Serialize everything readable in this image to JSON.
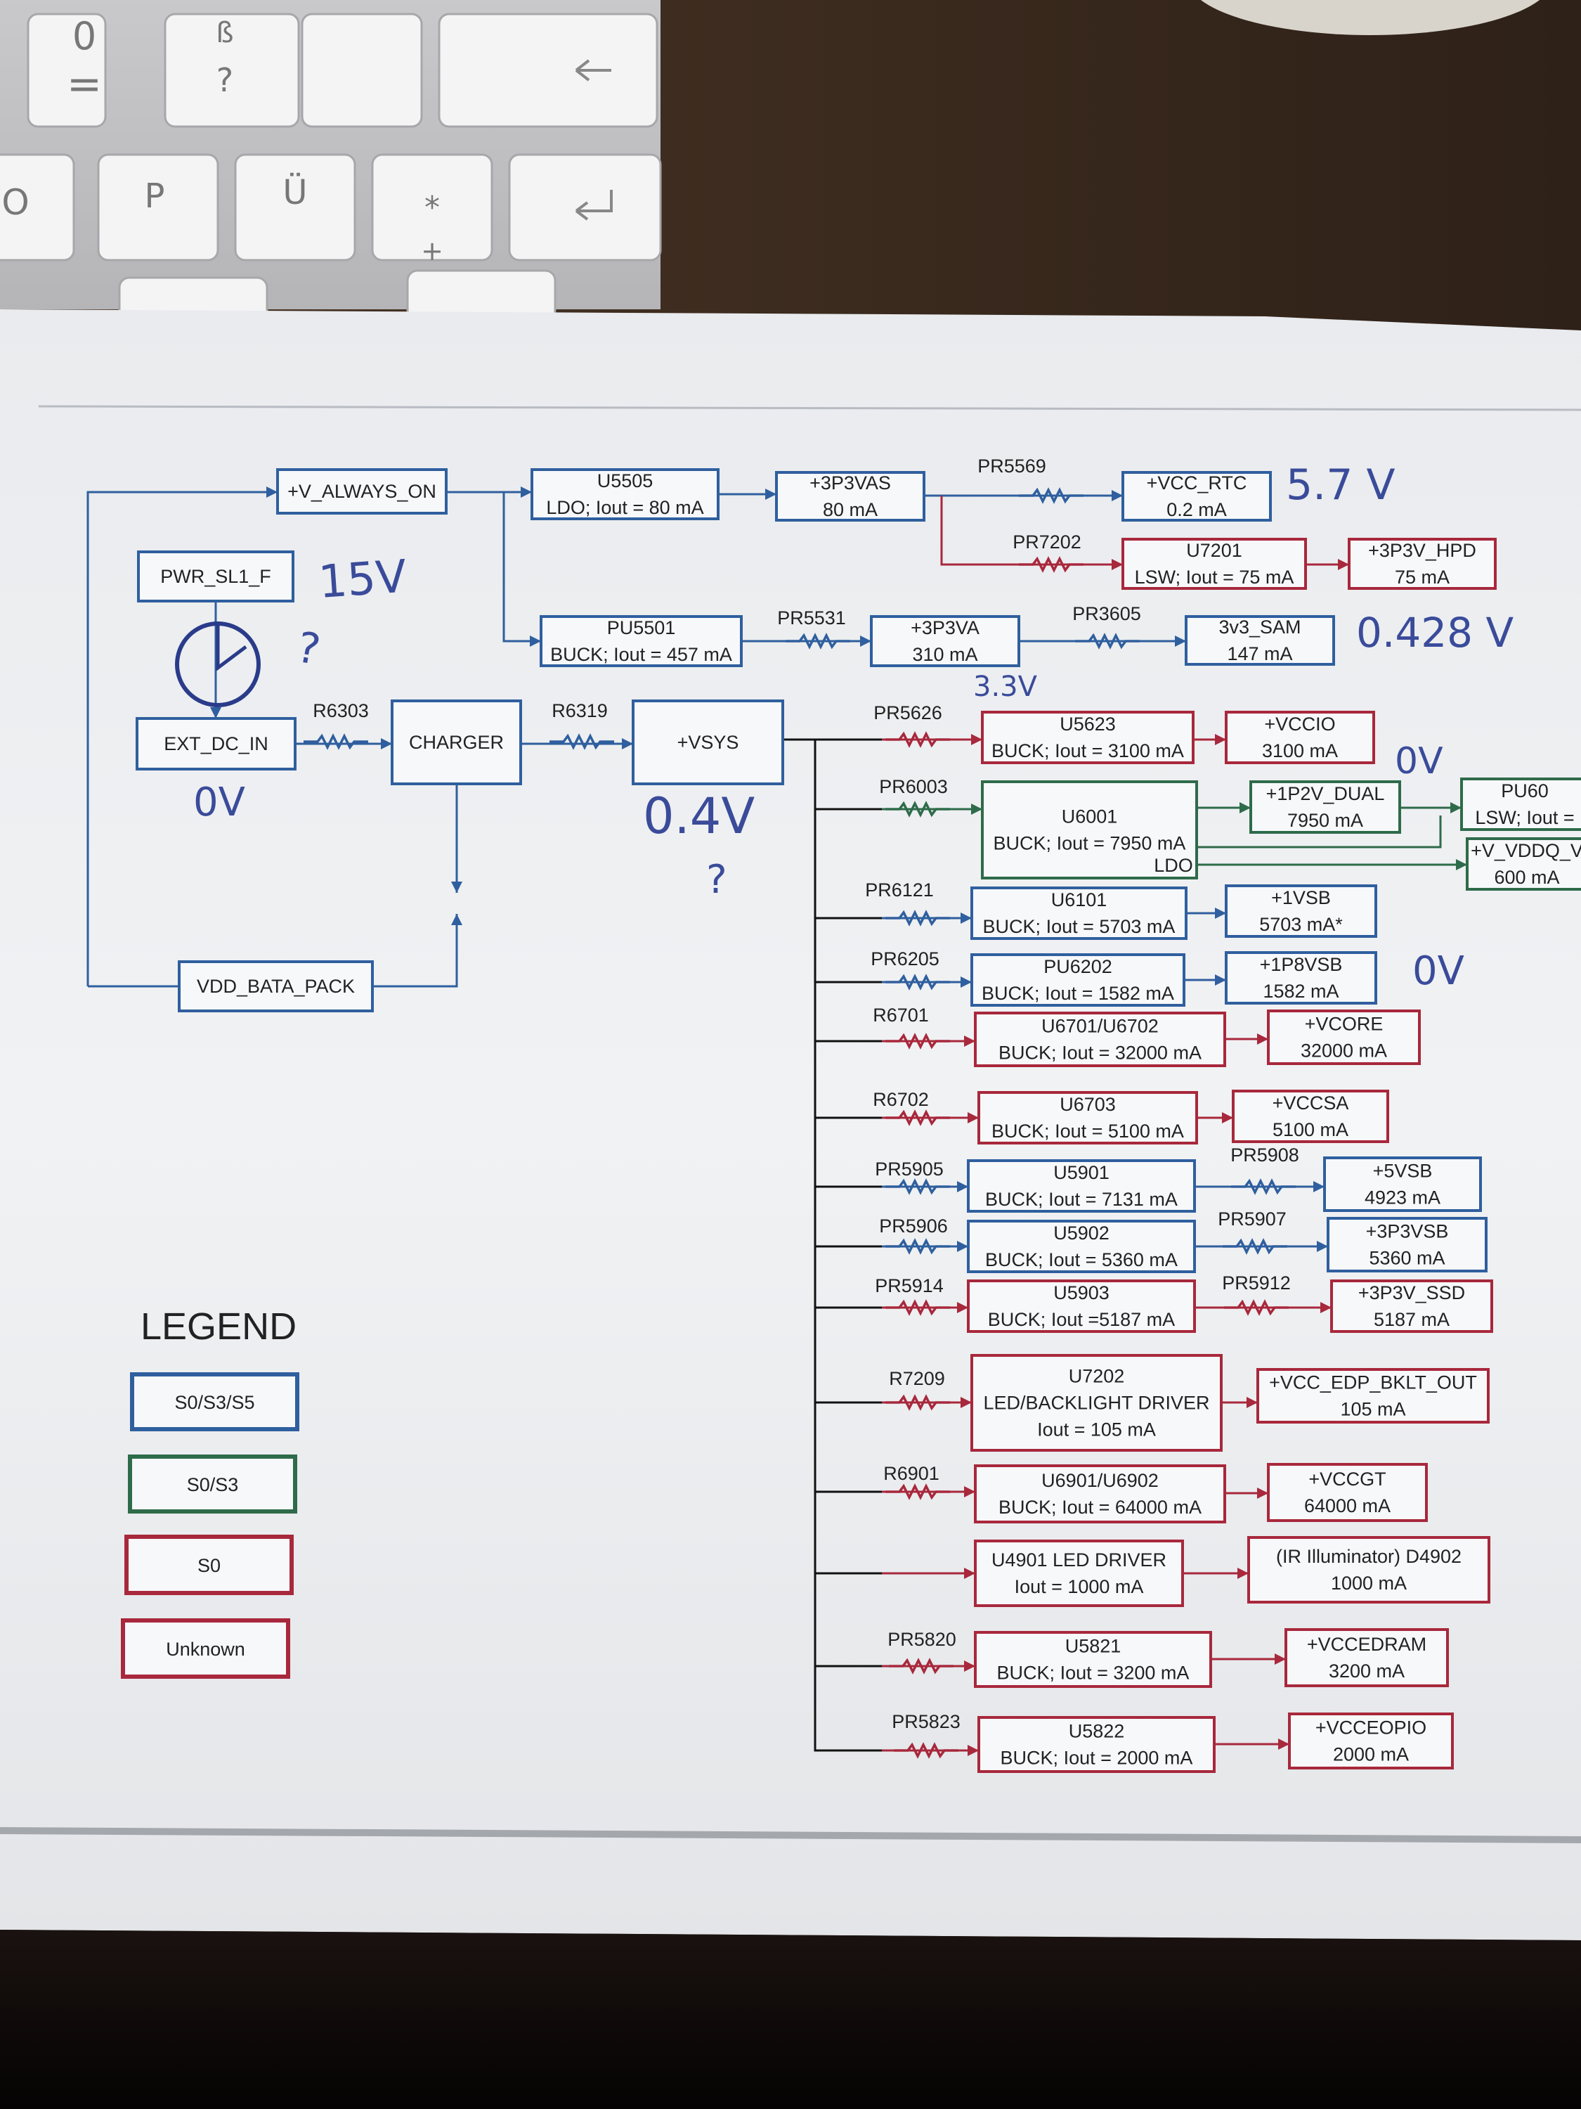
{
  "keyboard": {
    "keys": [
      {
        "label": "=",
        "sub": "0"
      },
      {
        "label": "?",
        "sub": "ß"
      },
      {
        "label": "",
        "sub": ""
      },
      {
        "label": "",
        "sub": ""
      },
      {
        "label": "O",
        "sub": ""
      },
      {
        "label": "P",
        "sub": ""
      },
      {
        "label": "Ü",
        "sub": ""
      },
      {
        "label": "*",
        "sub": "+"
      }
    ]
  },
  "diagram": {
    "colors": {
      "blue": "#2f5f9e",
      "green": "#2e6b4a",
      "red": "#a8283c",
      "line": "#111111"
    },
    "nodes": [
      {
        "id": "v_always_on",
        "lines": [
          "+V_ALWAYS_ON"
        ],
        "color": "blue"
      },
      {
        "id": "pwr_sl1_f",
        "lines": [
          "PWR_SL1_F"
        ],
        "color": "blue"
      },
      {
        "id": "ext_dc_in",
        "lines": [
          "EXT_DC_IN"
        ],
        "color": "blue"
      },
      {
        "id": "charger",
        "lines": [
          "CHARGER"
        ],
        "color": "blue"
      },
      {
        "id": "vsys",
        "lines": [
          "+VSYS"
        ],
        "color": "blue"
      },
      {
        "id": "vdd_bata_pack",
        "lines": [
          "VDD_BATA_PACK"
        ],
        "color": "blue"
      },
      {
        "id": "u5505",
        "lines": [
          "U5505",
          "LDO; Iout = 80 mA"
        ],
        "color": "blue"
      },
      {
        "id": "p3p3vas",
        "lines": [
          "+3P3VAS",
          "80 mA"
        ],
        "color": "blue"
      },
      {
        "id": "vcc_rtc",
        "lines": [
          "+VCC_RTC",
          "0.2 mA"
        ],
        "color": "blue"
      },
      {
        "id": "u7201",
        "lines": [
          "U7201",
          "LSW; Iout = 75 mA"
        ],
        "color": "red"
      },
      {
        "id": "p3p3v_hpd",
        "lines": [
          "+3P3V_HPD",
          "75 mA"
        ],
        "color": "red"
      },
      {
        "id": "pu5501",
        "lines": [
          "PU5501",
          "BUCK; Iout = 457 mA"
        ],
        "color": "blue"
      },
      {
        "id": "p3p3va",
        "lines": [
          "+3P3VA",
          "310 mA"
        ],
        "color": "blue"
      },
      {
        "id": "v3_sam",
        "lines": [
          "3v3_SAM",
          "147 mA"
        ],
        "color": "blue"
      },
      {
        "id": "u5623",
        "lines": [
          "U5623",
          "BUCK; Iout = 3100 mA"
        ],
        "color": "red"
      },
      {
        "id": "vccio",
        "lines": [
          "+VCCIO",
          "3100 mA"
        ],
        "color": "red"
      },
      {
        "id": "u6001",
        "lines": [
          "U6001",
          "BUCK; Iout = 7950 mA"
        ],
        "color": "green"
      },
      {
        "id": "p1p2v_dual",
        "lines": [
          "+1P2V_DUAL",
          "7950 mA"
        ],
        "color": "green"
      },
      {
        "id": "pu60",
        "lines": [
          "PU60",
          "LSW; Iout ="
        ],
        "color": "green"
      },
      {
        "id": "v_vddq",
        "lines": [
          "+V_VDDQ_V",
          "600 mA"
        ],
        "color": "green"
      },
      {
        "id": "u6101",
        "lines": [
          "U6101",
          "BUCK; Iout = 5703 mA"
        ],
        "color": "blue"
      },
      {
        "id": "p1vsb",
        "lines": [
          "+1VSB",
          "5703 mA*"
        ],
        "color": "blue"
      },
      {
        "id": "pu6202",
        "lines": [
          "PU6202",
          "BUCK; Iout = 1582 mA"
        ],
        "color": "blue"
      },
      {
        "id": "p1p8vsb",
        "lines": [
          "+1P8VSB",
          "1582 mA"
        ],
        "color": "blue"
      },
      {
        "id": "u6701",
        "lines": [
          "U6701/U6702",
          "BUCK; Iout = 32000 mA"
        ],
        "color": "red"
      },
      {
        "id": "vcore",
        "lines": [
          "+VCORE",
          "32000 mA"
        ],
        "color": "red"
      },
      {
        "id": "u6703",
        "lines": [
          "U6703",
          "BUCK; Iout = 5100 mA"
        ],
        "color": "red"
      },
      {
        "id": "vccsa",
        "lines": [
          "+VCCSA",
          "5100 mA"
        ],
        "color": "red"
      },
      {
        "id": "u5901",
        "lines": [
          "U5901",
          "BUCK; Iout = 7131 mA"
        ],
        "color": "blue"
      },
      {
        "id": "p5vsb",
        "lines": [
          "+5VSB",
          "4923 mA"
        ],
        "color": "blue"
      },
      {
        "id": "u5902",
        "lines": [
          "U5902",
          "BUCK; Iout = 5360 mA"
        ],
        "color": "blue"
      },
      {
        "id": "p3p3vsb",
        "lines": [
          "+3P3VSB",
          "5360 mA"
        ],
        "color": "blue"
      },
      {
        "id": "u5903",
        "lines": [
          "U5903",
          "BUCK; Iout =5187 mA"
        ],
        "color": "red"
      },
      {
        "id": "p3p3v_ssd",
        "lines": [
          "+3P3V_SSD",
          "5187 mA"
        ],
        "color": "red"
      },
      {
        "id": "u7202",
        "lines": [
          "U7202",
          "LED/BACKLIGHT DRIVER",
          "Iout = 105 mA"
        ],
        "color": "red"
      },
      {
        "id": "vcc_edp",
        "lines": [
          "+VCC_EDP_BKLT_OUT",
          "105 mA"
        ],
        "color": "red"
      },
      {
        "id": "u6901",
        "lines": [
          "U6901/U6902",
          "BUCK; Iout = 64000 mA"
        ],
        "color": "red"
      },
      {
        "id": "vccgt",
        "lines": [
          "+VCCGT",
          "64000 mA"
        ],
        "color": "red"
      },
      {
        "id": "u4901",
        "lines": [
          "U4901 LED DRIVER",
          "Iout = 1000 mA"
        ],
        "color": "red"
      },
      {
        "id": "d4902",
        "lines": [
          "(IR Illuminator) D4902",
          "1000 mA"
        ],
        "color": "red"
      },
      {
        "id": "u5821",
        "lines": [
          "U5821",
          "BUCK; Iout = 3200 mA"
        ],
        "color": "red"
      },
      {
        "id": "vccedram",
        "lines": [
          "+VCCEDRAM",
          "3200 mA"
        ],
        "color": "red"
      },
      {
        "id": "u5822",
        "lines": [
          "U5822",
          "BUCK; Iout = 2000 mA"
        ],
        "color": "red"
      },
      {
        "id": "vcceopio",
        "lines": [
          "+VCCEOPIO",
          "2000 mA"
        ],
        "color": "red"
      }
    ],
    "resistors": [
      {
        "id": "pr5569",
        "label": "PR5569",
        "color": "blue"
      },
      {
        "id": "pr7202",
        "label": "PR7202",
        "color": "red"
      },
      {
        "id": "pr5531",
        "label": "PR5531",
        "color": "blue"
      },
      {
        "id": "pr3605",
        "label": "PR3605",
        "color": "blue"
      },
      {
        "id": "r6303",
        "label": "R6303",
        "color": "blue"
      },
      {
        "id": "r6319",
        "label": "R6319",
        "color": "blue"
      },
      {
        "id": "pr5626",
        "label": "PR5626",
        "color": "red"
      },
      {
        "id": "pr6003",
        "label": "PR6003",
        "color": "green"
      },
      {
        "id": "pr6121",
        "label": "PR6121",
        "color": "blue"
      },
      {
        "id": "pr6205",
        "label": "PR6205",
        "color": "blue"
      },
      {
        "id": "r6701",
        "label": "R6701",
        "color": "red"
      },
      {
        "id": "r6702",
        "label": "R6702",
        "color": "red"
      },
      {
        "id": "pr5905",
        "label": "PR5905",
        "color": "blue"
      },
      {
        "id": "pr5906",
        "label": "PR5906",
        "color": "blue"
      },
      {
        "id": "pr5914",
        "label": "PR5914",
        "color": "red"
      },
      {
        "id": "pr5908",
        "label": "PR5908",
        "color": "blue"
      },
      {
        "id": "pr5907",
        "label": "PR5907",
        "color": "blue"
      },
      {
        "id": "pr5912",
        "label": "PR5912",
        "color": "red"
      },
      {
        "id": "r7209",
        "label": "R7209",
        "color": "red"
      },
      {
        "id": "r6901",
        "label": "R6901",
        "color": "red"
      },
      {
        "id": "pr5820",
        "label": "PR5820",
        "color": "red"
      },
      {
        "id": "pr5823",
        "label": "PR5823",
        "color": "red"
      }
    ],
    "ldo_label": "LDO",
    "handwritten": [
      {
        "id": "v15",
        "text": "15V"
      },
      {
        "id": "q1",
        "text": "?"
      },
      {
        "id": "ov1",
        "text": "0V"
      },
      {
        "id": "v04",
        "text": "0.4V"
      },
      {
        "id": "q2",
        "text": "?"
      },
      {
        "id": "v57",
        "text": "5.7 V"
      },
      {
        "id": "v0428",
        "text": "0.428 V"
      },
      {
        "id": "v33",
        "text": "3.3V"
      },
      {
        "id": "ov2",
        "text": "0V"
      },
      {
        "id": "ov3",
        "text": "0V"
      }
    ]
  },
  "legend": {
    "title": "LEGEND",
    "items": [
      {
        "label": "S0/S3/S5",
        "color": "blue"
      },
      {
        "label": "S0/S3",
        "color": "green"
      },
      {
        "label": "S0",
        "color": "red"
      },
      {
        "label": "Unknown",
        "color": "red"
      }
    ]
  }
}
